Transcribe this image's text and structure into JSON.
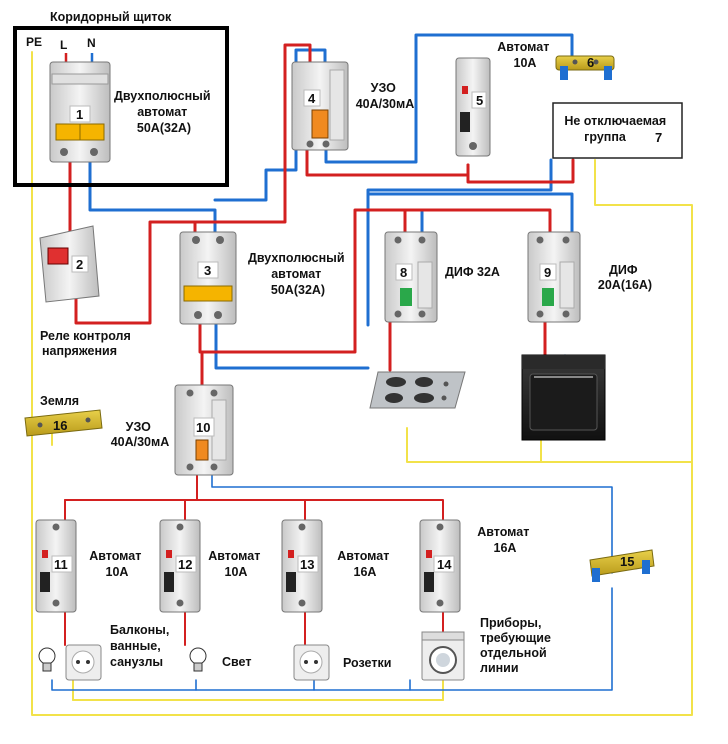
{
  "title": "Коридорный щиток",
  "terminals": {
    "pe": "PE",
    "l": "L",
    "n": "N"
  },
  "components": {
    "c1": {
      "num": "1",
      "label": [
        "Двухполюсный",
        "автомат",
        "50А(32А)"
      ]
    },
    "c2": {
      "num": "2",
      "label": [
        "Реле  контроля",
        "напряжения"
      ]
    },
    "c3": {
      "num": "3",
      "label": [
        "Двухполюсный",
        "автомат",
        "50А(32А)"
      ]
    },
    "c4": {
      "num": "4",
      "label": [
        "УЗО",
        "40А/30мА"
      ]
    },
    "c5": {
      "num": "5",
      "label": [
        "Автомат",
        "10А"
      ]
    },
    "c6": {
      "num": "6"
    },
    "c7": {
      "num": "7",
      "label": [
        "Не отключаемая",
        "группа"
      ]
    },
    "c8": {
      "num": "8",
      "label": [
        "ДИФ 32А"
      ]
    },
    "c9": {
      "num": "9",
      "label": [
        "ДИФ",
        "20А(16А)"
      ]
    },
    "c10": {
      "num": "10",
      "label": [
        "УЗО",
        "40А/30мА"
      ]
    },
    "c11": {
      "num": "11",
      "label": [
        "Автомат",
        "10А"
      ]
    },
    "c12": {
      "num": "12",
      "label": [
        "Автомат",
        "10А"
      ]
    },
    "c13": {
      "num": "13",
      "label": [
        "Автомат",
        "16А"
      ]
    },
    "c14": {
      "num": "14",
      "label": [
        "Автомат",
        "16А"
      ]
    },
    "c15": {
      "num": "15"
    },
    "c16": {
      "num": "16",
      "label": [
        "Земля"
      ]
    }
  },
  "loads": {
    "balcony": [
      "Балконы,",
      "ванные,",
      "санузлы"
    ],
    "light": [
      "Свет"
    ],
    "sockets": [
      "Розетки"
    ],
    "devices": [
      "Приборы,",
      "требующие",
      "отдельной",
      "линии"
    ]
  },
  "colors": {
    "phase": "#d32020",
    "neutral": "#1f6fd1",
    "earth": "#f2e24a",
    "panel_border": "#000000",
    "breaker_handle": "#f5b400",
    "rcd_handle": "#f08a20"
  }
}
